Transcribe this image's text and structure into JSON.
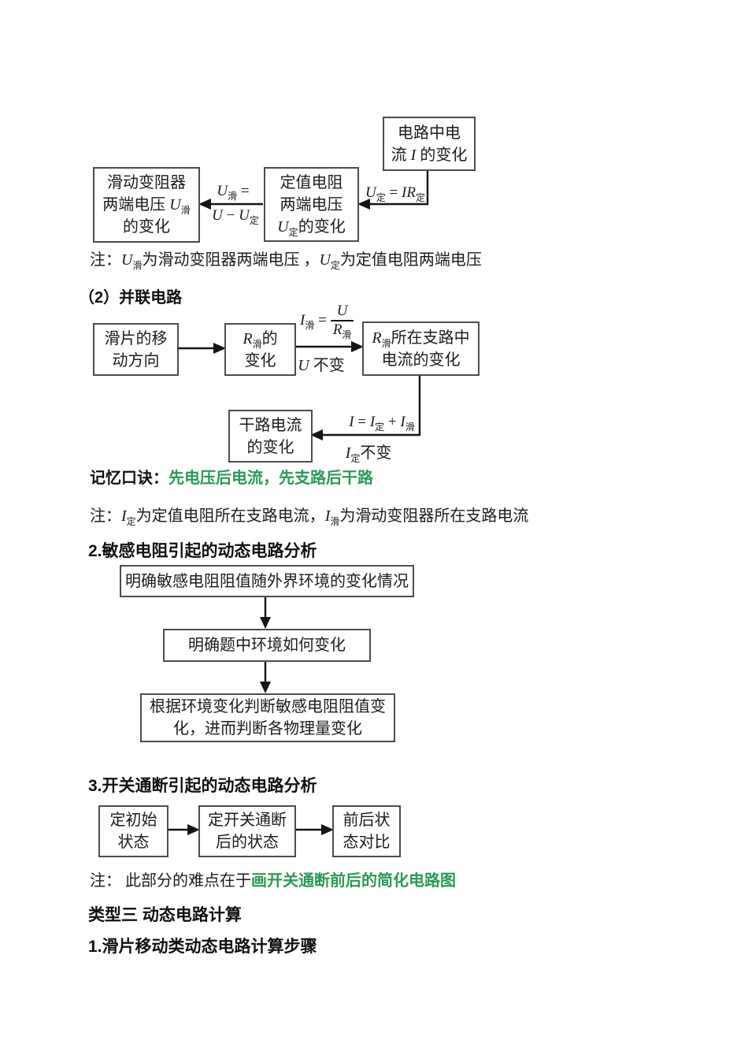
{
  "colors": {
    "green": "#2a9b55",
    "text": "#1c1c1c",
    "box_border": "#4d4d4d"
  },
  "fc_series": {
    "box_current": {
      "line1": "电路中电",
      "line2": [
        {
          "t": "流 "
        },
        {
          "t": "I",
          "i": 1
        },
        {
          "t": " 的变化"
        }
      ]
    },
    "box_fixed": {
      "line1": "定值电阻",
      "line2": "两端电压",
      "line3": [
        {
          "t": "U",
          "i": 1
        },
        {
          "t": "定",
          "sub": 1
        },
        {
          "t": "的变化"
        }
      ]
    },
    "box_slider": {
      "line1": "滑动变阻器",
      "line2": [
        {
          "t": "两端电压 "
        },
        {
          "t": "U",
          "i": 1
        },
        {
          "t": "滑",
          "sub": 1
        }
      ],
      "line3": "的变化"
    },
    "arrow1_label": [
      {
        "t": "U",
        "i": 1
      },
      {
        "t": "定",
        "sub": 1
      },
      {
        "t": " = "
      },
      {
        "t": "IR",
        "i": 1
      },
      {
        "t": "定",
        "sub": 1
      }
    ],
    "arrow2_top": [
      {
        "t": "U",
        "i": 1
      },
      {
        "t": "滑",
        "sub": 1
      },
      {
        "t": " ="
      }
    ],
    "arrow2_bottom": [
      {
        "t": "U",
        "i": 1
      },
      {
        "t": " − "
      },
      {
        "t": "U",
        "i": 1
      },
      {
        "t": "定",
        "sub": 1
      }
    ],
    "note": [
      {
        "t": "注："
      },
      {
        "t": "U",
        "i": 1
      },
      {
        "t": "滑",
        "sub": 1
      },
      {
        "t": "为滑动变阻器两端电压 ，"
      },
      {
        "t": "U",
        "i": 1
      },
      {
        "t": "定",
        "sub": 1
      },
      {
        "t": "为定值电阻两端电压"
      }
    ]
  },
  "sec_parallel": {
    "heading": "（2）并联电路",
    "box_slider_dir": {
      "line1": "滑片的移",
      "line2": "动方向"
    },
    "box_r": {
      "line1": [
        {
          "t": "R",
          "i": 1
        },
        {
          "t": "滑",
          "sub": 1
        },
        {
          "t": "的"
        }
      ],
      "line2": "变化"
    },
    "box_branch": {
      "line1": [
        {
          "t": "R",
          "i": 1
        },
        {
          "t": "滑",
          "sub": 1
        },
        {
          "t": "所在支路中"
        }
      ],
      "line2": "电流的变化"
    },
    "frac_pre": [
      {
        "t": "I",
        "i": 1
      },
      {
        "t": "滑",
        "sub": 1
      },
      {
        "t": " ="
      }
    ],
    "frac_num": [
      {
        "t": "U",
        "i": 1
      }
    ],
    "frac_den": [
      {
        "t": "R",
        "i": 1
      },
      {
        "t": "滑",
        "sub": 1
      }
    ],
    "arrow_mid_bottom": [
      {
        "t": "U",
        "i": 1
      },
      {
        "t": " 不变"
      }
    ],
    "box_main": {
      "line1": "干路电流",
      "line2": "的变化"
    },
    "arrow2_top": [
      {
        "t": "I",
        "i": 1
      },
      {
        "t": " = "
      },
      {
        "t": "I",
        "i": 1
      },
      {
        "t": "定",
        "sub": 1
      },
      {
        "t": " + "
      },
      {
        "t": "I",
        "i": 1
      },
      {
        "t": "滑",
        "sub": 1
      }
    ],
    "arrow2_bottom": [
      {
        "t": "I",
        "i": 1
      },
      {
        "t": "定",
        "sub": 1
      },
      {
        "t": "不变"
      }
    ],
    "mnemonic_label": "记忆口诀：",
    "mnemonic_green": "先电压后电流，先支路后干路",
    "note": [
      {
        "t": "注："
      },
      {
        "t": "I",
        "i": 1
      },
      {
        "t": "定",
        "sub": 1
      },
      {
        "t": "为定值电阻所在支路电流，"
      },
      {
        "t": "I",
        "i": 1
      },
      {
        "t": "滑",
        "sub": 1
      },
      {
        "t": "为滑动变阻器所在支路电流"
      }
    ]
  },
  "sec_sensor": {
    "heading": "2.敏感电阻引起的动态电路分析",
    "box1": "明确敏感电阻阻值随外界环境的变化情况",
    "box2": "明确题中环境如何变化",
    "box3_line1": "根据环境变化判断敏感电阻阻值变",
    "box3_line2": "化，进而判断各物理量变化"
  },
  "sec_switch": {
    "heading": "3.开关通断引起的动态电路分析",
    "box1": {
      "line1": "定初始",
      "line2": "状态"
    },
    "box2": {
      "line1": "定开关通断",
      "line2": "后的状态"
    },
    "box3": {
      "line1": "前后状",
      "line2": "态对比"
    },
    "note_black": "注： 此部分的难点在于",
    "note_green": "画开关通断前后的简化电路图"
  },
  "sec_type3": {
    "heading": "类型三 动态电路计算"
  },
  "sec_calc": {
    "heading": "1.滑片移动类动态电路计算步骤"
  }
}
